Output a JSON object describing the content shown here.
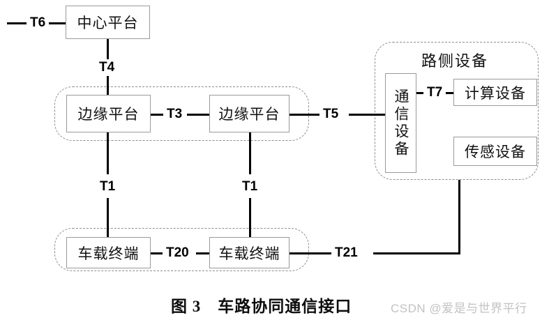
{
  "figure": {
    "caption": "图 3　车路协同通信接口",
    "watermark": "CSDN @爱是与世界平行"
  },
  "nodes": {
    "center_platform": "中心平台",
    "edge_platform_left": "边缘平台",
    "edge_platform_right": "边缘平台",
    "vehicle_terminal_left": "车载终端",
    "vehicle_terminal_right": "车载终端",
    "comm_equipment": "通信设备",
    "compute_equipment": "计算设备",
    "sensor_equipment": "传感设备"
  },
  "groups": {
    "roadside_equipment_title": "路侧设备"
  },
  "interfaces": {
    "t6": "T6",
    "t4": "T4",
    "t3": "T3",
    "t5": "T5",
    "t7": "T7",
    "t1_left": "T1",
    "t1_right": "T1",
    "t20": "T20",
    "t21": "T21"
  },
  "colors": {
    "node_border": "#9a9a9a",
    "group_border": "#8d8d8d",
    "line": "#000000",
    "text": "#111111",
    "watermark": "#c2c2c2"
  }
}
